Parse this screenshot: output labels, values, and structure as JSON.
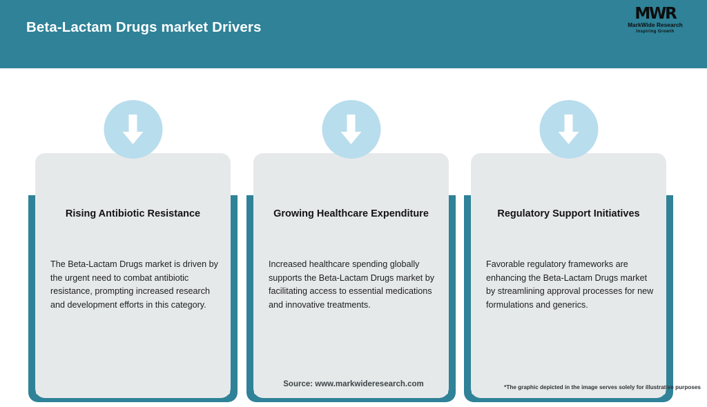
{
  "header": {
    "title": "Beta-Lactam Drugs market Drivers",
    "background_color": "#2f8298",
    "title_color": "#ffffff"
  },
  "logo": {
    "mark": "MWR",
    "name": "MarkWide Research",
    "tagline": "Inspiring Growth"
  },
  "theme": {
    "accent_teal": "#2f8298",
    "card_background": "#e6e9ea",
    "icon_circle": "#b8dded",
    "arrow": "#ffffff",
    "page_background": "#ffffff"
  },
  "cards": [
    {
      "icon": "arrow-down-icon",
      "title": "Rising Antibiotic Resistance",
      "body": "The Beta-Lactam Drugs market is driven by the urgent need to combat antibiotic resistance, prompting increased research and development efforts in this category."
    },
    {
      "icon": "arrow-down-icon",
      "title": "Growing Healthcare Expenditure",
      "body": "Increased healthcare spending globally supports the Beta-Lactam Drugs market by facilitating access to essential medications and innovative treatments."
    },
    {
      "icon": "arrow-down-icon",
      "title": "Regulatory Support Initiatives",
      "body": "Favorable regulatory frameworks are enhancing the Beta-Lactam Drugs market by streamlining approval processes for new formulations and generics."
    }
  ],
  "footer": {
    "source": "Source: www.markwideresearch.com",
    "disclaimer": "*The graphic depicted in the image serves solely for illustrative purposes"
  }
}
